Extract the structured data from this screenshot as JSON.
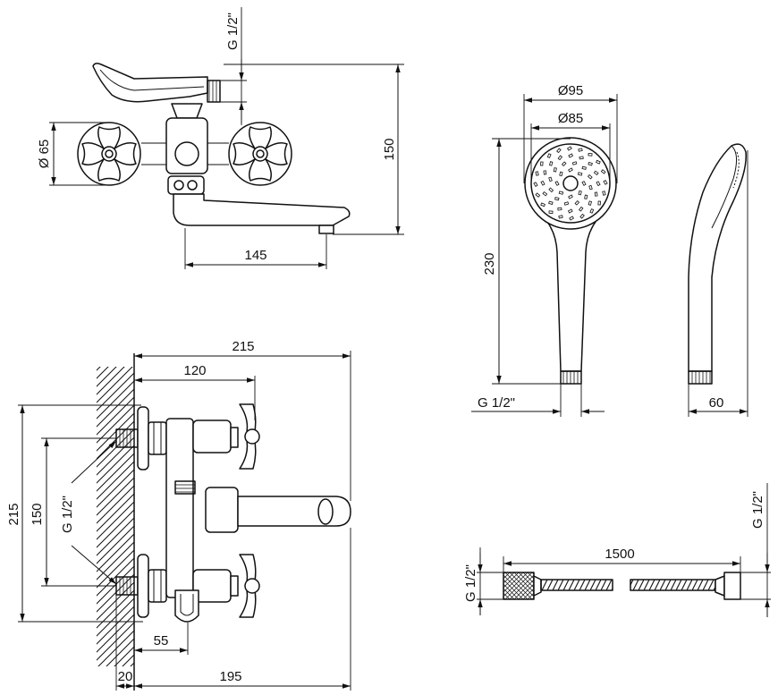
{
  "front_view": {
    "thread_label": "G 1/2\"",
    "height": "150",
    "handle_diameter": "Ø 65",
    "spout_length": "145"
  },
  "shower_head": {
    "outer_diameter": "Ø95",
    "inner_diameter": "Ø85",
    "length": "230",
    "thread_label": "G 1/2\"",
    "depth": "60"
  },
  "plan_view": {
    "overall_width": "215",
    "body_offset": "120",
    "overall_height": "215",
    "inlet_spacing": "150",
    "thread_label": "G 1/2\"",
    "holder_offset": "55",
    "wall_gap": "20",
    "spout_reach": "195"
  },
  "hose": {
    "length": "1500",
    "thread_left": "G 1/2\"",
    "thread_right": "G 1/2\""
  }
}
